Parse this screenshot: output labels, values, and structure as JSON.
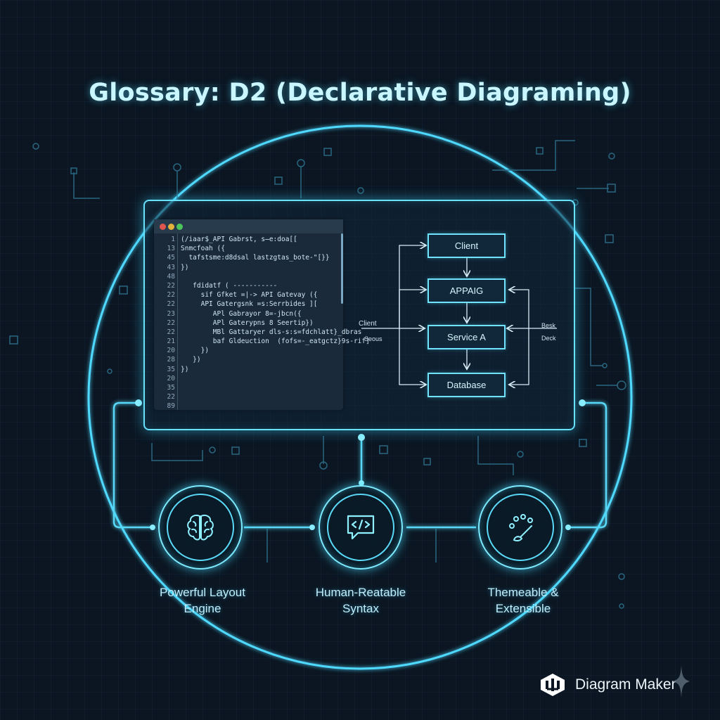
{
  "title": "Glossary: D2 (Declarative Diagraming)",
  "editor": {
    "lines": [
      {
        "n": "1",
        "t": "(/iaar$_API Gabrst, s̶e:doa[["
      },
      {
        "n": "13",
        "t": "Snmcfoah ({"
      },
      {
        "n": "45",
        "t": "  tafstsme:d8dsal lastzgtas_bote-\"[}}"
      },
      {
        "n": "43",
        "t": "})"
      },
      {
        "n": "48",
        "t": ""
      },
      {
        "n": "22",
        "t": "   fdidatf ( -----------"
      },
      {
        "n": "22",
        "t": "     sif Gfket =|-> API Gatevay ({"
      },
      {
        "n": "22",
        "t": "     API Gatergsnk =s:Serrbides ]["
      },
      {
        "n": "23",
        "t": "        APl Gabrayor 8=-jbcn({"
      },
      {
        "n": "22",
        "t": "        APl Gaterypns 8 Seertip})"
      },
      {
        "n": "22",
        "t": "        MBl Gattaryer dls-s:s=fdchlatt}_dbras"
      },
      {
        "n": "21",
        "t": "        baf Gldeuction  (fofs=-_eatgctz}9s-rif]"
      },
      {
        "n": "20",
        "t": "     })"
      },
      {
        "n": "28",
        "t": "   })"
      },
      {
        "n": "35",
        "t": "})"
      },
      {
        "n": "20",
        "t": ""
      },
      {
        "n": "35",
        "t": ""
      },
      {
        "n": "22",
        "t": ""
      },
      {
        "n": "89",
        "t": ""
      }
    ]
  },
  "flow": {
    "nodes": [
      "Client",
      "APPAIG",
      "Service A",
      "Database"
    ],
    "left_labels": [
      "Client",
      "Seous"
    ],
    "right_labels": [
      "Besk",
      "Deck"
    ]
  },
  "features": [
    {
      "line1": "Powerful Layout",
      "line2": "Engine",
      "icon": "brain-icon"
    },
    {
      "line1": "Human-Reatable",
      "line2": "Syntax",
      "icon": "code-speech-bubble-icon"
    },
    {
      "line1": "Themeable &",
      "line2": "Extensible",
      "icon": "palette-brush-icon"
    }
  ],
  "brand": {
    "name": "Diagram Maker",
    "icon": "diagram-maker-logo"
  },
  "colors": {
    "accent": "#67e3ff",
    "background": "#0b1622"
  }
}
